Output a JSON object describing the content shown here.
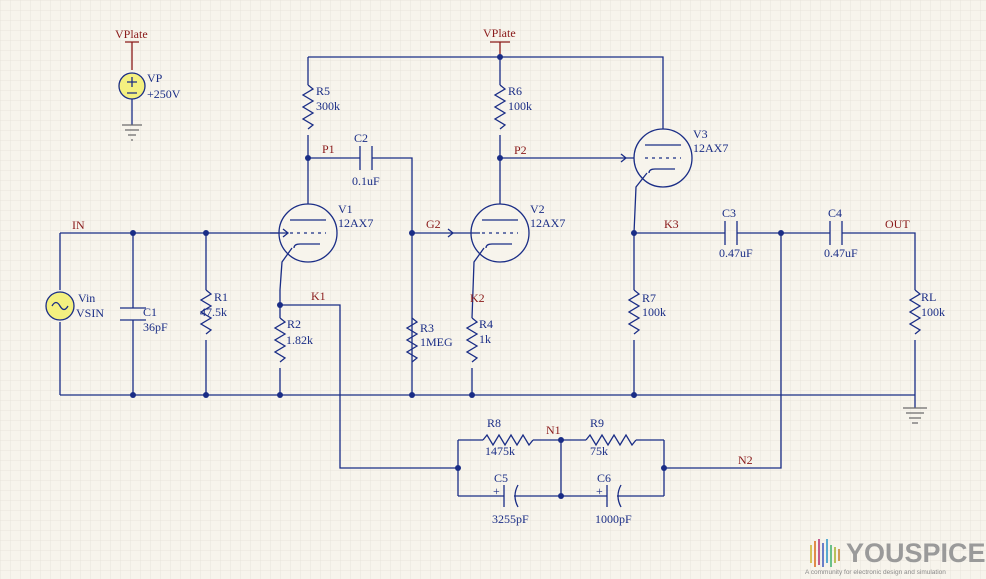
{
  "power": {
    "source_net_label": "VPlate",
    "supply_net_label": "VPlate",
    "vp_name": "VP",
    "vp_value": "+250V"
  },
  "input": {
    "net_label": "IN",
    "source_name": "Vin",
    "source_type": "VSIN"
  },
  "components": {
    "c1": {
      "name": "C1",
      "value": "36pF"
    },
    "r1": {
      "name": "R1",
      "value": "47.5k"
    },
    "r2": {
      "name": "R2",
      "value": "1.82k"
    },
    "r3": {
      "name": "R3",
      "value": "1MEG"
    },
    "r4": {
      "name": "R4",
      "value": "1k"
    },
    "r5": {
      "name": "R5",
      "value": "300k"
    },
    "r6": {
      "name": "R6",
      "value": "100k"
    },
    "r7": {
      "name": "R7",
      "value": "100k"
    },
    "rl": {
      "name": "RL",
      "value": "100k"
    },
    "c2": {
      "name": "C2",
      "value": "0.1uF"
    },
    "c3": {
      "name": "C3",
      "value": "0.47uF"
    },
    "c4": {
      "name": "C4",
      "value": "0.47uF"
    },
    "r8": {
      "name": "R8",
      "value": "1475k"
    },
    "r9": {
      "name": "R9",
      "value": "75k"
    },
    "c5": {
      "name": "C5",
      "value": "3255pF"
    },
    "c6": {
      "name": "C6",
      "value": "1000pF"
    },
    "v1": {
      "name": "V1",
      "value": "12AX7"
    },
    "v2": {
      "name": "V2",
      "value": "12AX7"
    },
    "v3": {
      "name": "V3",
      "value": "12AX7"
    }
  },
  "nets": {
    "p1": "P1",
    "p2": "P2",
    "g2": "G2",
    "k1": "K1",
    "k2": "K2",
    "k3": "K3",
    "n1": "N1",
    "n2": "N2",
    "out": "OUT"
  },
  "polarity": {
    "c5": "+",
    "c6": "+"
  },
  "watermark": {
    "brand": "YOUSPICE",
    "tagline": "A community for electronic design and simulation"
  },
  "colors": {
    "background": "#f7f4ec",
    "grid": "#e4e1d8",
    "wire": "#1a2d86",
    "net_label": "#8a1a1a",
    "source_fill": "#f4f080"
  }
}
